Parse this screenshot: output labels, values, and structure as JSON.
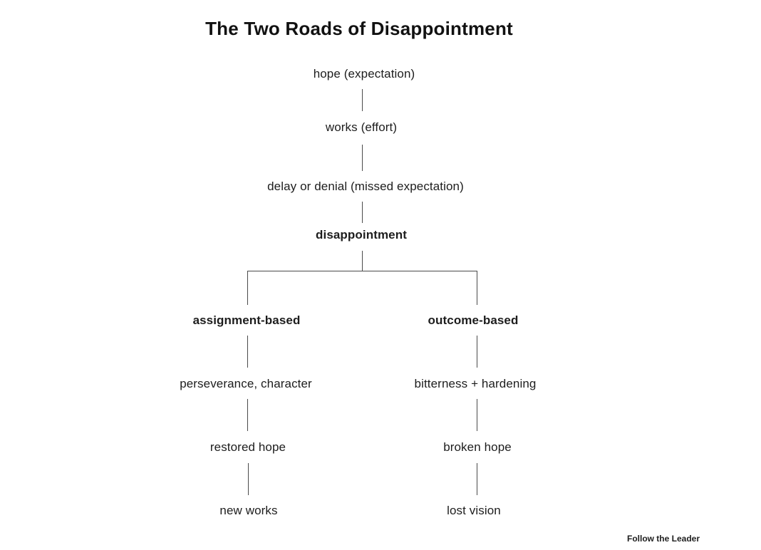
{
  "title": "The Two Roads of Disappointment",
  "footer": "Follow the Leader",
  "colors": {
    "background": "#ffffff",
    "text": "#1d1d1d",
    "line": "#4a4a4a"
  },
  "diagram": {
    "type": "flowchart",
    "trunk": {
      "nodes": [
        {
          "label": "hope (expectation)",
          "bold": false
        },
        {
          "label": "works (effort)",
          "bold": false
        },
        {
          "label": "delay or denial (missed expectation)",
          "bold": false
        },
        {
          "label": "disappointment",
          "bold": true
        }
      ]
    },
    "left_branch": {
      "heading": "assignment-based",
      "nodes": [
        {
          "label": "perseverance, character"
        },
        {
          "label": "restored hope"
        },
        {
          "label": "new works"
        }
      ]
    },
    "right_branch": {
      "heading": "outcome-based",
      "nodes": [
        {
          "label": "bitterness + hardening"
        },
        {
          "label": "broken hope"
        },
        {
          "label": "lost vision"
        }
      ]
    }
  }
}
